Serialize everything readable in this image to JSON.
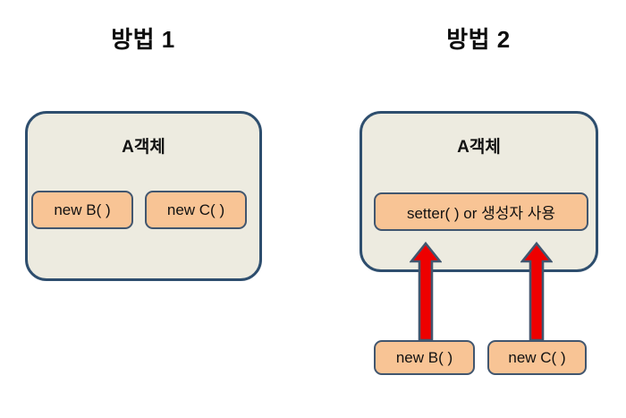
{
  "diagram": {
    "title_left": "방법 1",
    "title_right": "방법 2",
    "colors": {
      "container_fill": "#EDEBE0",
      "container_border": "#2E4E6E",
      "node_fill": "#F8C495",
      "node_border": "#41566F",
      "arrow_fill": "#EE0000",
      "arrow_border": "#41566F",
      "text": "#111111",
      "background": "#FFFFFF"
    }
  },
  "method1": {
    "container": {
      "title": "A객체",
      "nodes": [
        {
          "label": "new B( )",
          "name": "new-b"
        },
        {
          "label": "new C( )",
          "name": "new-c"
        }
      ]
    }
  },
  "method2": {
    "container": {
      "title": "A객체",
      "nodes": [
        {
          "label": "setter( ) or 생성자 사용",
          "name": "setter-or-constructor"
        }
      ]
    },
    "external_nodes": [
      {
        "label": "new B( )",
        "name": "new-b"
      },
      {
        "label": "new C( )",
        "name": "new-c"
      }
    ],
    "arrows": [
      {
        "name": "arrow-from-new-b",
        "direction": "up",
        "icon": "up-arrow-icon"
      },
      {
        "name": "arrow-from-new-c",
        "direction": "up",
        "icon": "up-arrow-icon"
      }
    ]
  }
}
